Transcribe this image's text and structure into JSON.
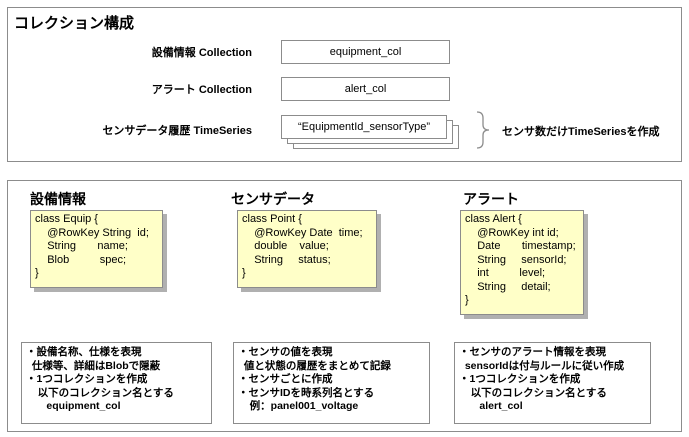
{
  "top": {
    "title": "コレクション構成",
    "rows": [
      {
        "label": "設備情報 Collection",
        "value": "equipment_col"
      },
      {
        "label": "アラート Collection",
        "value": "alert_col"
      },
      {
        "label": "センサデータ履歴 TimeSeries",
        "value": "“EquipmentId_sensorType”"
      }
    ],
    "brace_note": "センサ数だけTimeSeriesを作成"
  },
  "sections": [
    {
      "title": "設備情報",
      "code": [
        "class Equip {",
        "    @RowKey String  id;",
        "    String       name;",
        "    Blob          spec;",
        "}"
      ],
      "notes": [
        "・設備名称、仕様を表現",
        "  仕様等、詳細はBlobで隠蔽",
        "・1つコレクションを作成",
        "    以下のコレクション名とする",
        "       equipment_col"
      ]
    },
    {
      "title": "センサデータ",
      "code": [
        "class Point {",
        "    @RowKey Date  time;",
        "    double    value;",
        "    String     status;",
        "}"
      ],
      "notes": [
        "・センサの値を表現",
        "  値と状態の履歴をまとめて記録",
        "・センサごとに作成",
        "・センサIDを時系列名とする",
        "    例：panel001_voltage"
      ]
    },
    {
      "title": "アラート",
      "code": [
        "class Alert {",
        "    @RowKey int id;",
        "    Date       timestamp;",
        "    String     sensorId;",
        "    int          level;",
        "    String     detail;",
        "}"
      ],
      "notes": [
        "・センサのアラート情報を表現",
        "  sensorIdは付与ルールに従い作成",
        "・1つコレクションを作成",
        "    以下のコレクション名とする",
        "       alert_col"
      ]
    }
  ]
}
